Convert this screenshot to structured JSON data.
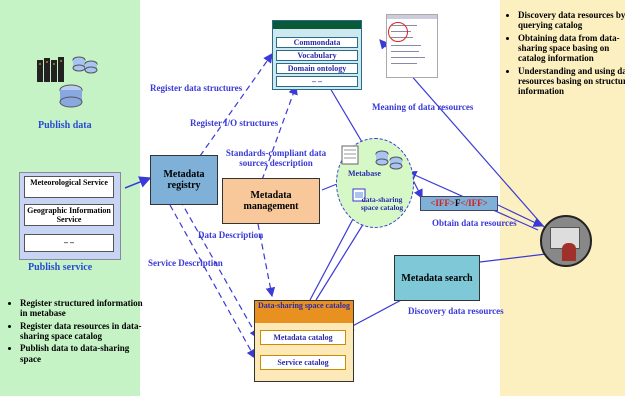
{
  "left": {
    "publish_data": "Publish data",
    "services": [
      "Meteorological Service",
      "Geographic Information Service",
      "– –"
    ],
    "publish_service": "Publish service",
    "bullets": [
      "Register structured information in metabase",
      "Register data resources in data-sharing space catalog",
      "Publish data to data-sharing space"
    ]
  },
  "right": {
    "bullets": [
      "Discovery data resources by querying catalog",
      "Obtaining data from data-sharing space basing on catalog information",
      "Understanding and using data resources basing on structured information"
    ]
  },
  "center": {
    "top_table": [
      "Commondata",
      "Vocabulary",
      "Domain ontology",
      "– –"
    ],
    "metadata_registry": "Metadata registry",
    "metadata_management": "Metadata management",
    "metabase": "Metabase",
    "sharing_catalog_label": "data-sharing space catalog",
    "catalog_title": "Data-sharing space catalog",
    "catalog_items": [
      "Metadata catalog",
      "Service catalog"
    ],
    "metadata_search": "Metadata search",
    "tag_text": {
      "open": "<IFF>",
      "mid": "F",
      "close": "</IFF>"
    }
  },
  "labels": {
    "register_data_structures": "Register data structures",
    "register_io": "Register I/O structures",
    "standards": "Standards-compliant data sources description",
    "meaning": "Meaning of data resources",
    "obtain": "Obtain data resources",
    "data_description": "Data Description",
    "service_description": "Service Description",
    "discovery": "Discovery data resources"
  }
}
